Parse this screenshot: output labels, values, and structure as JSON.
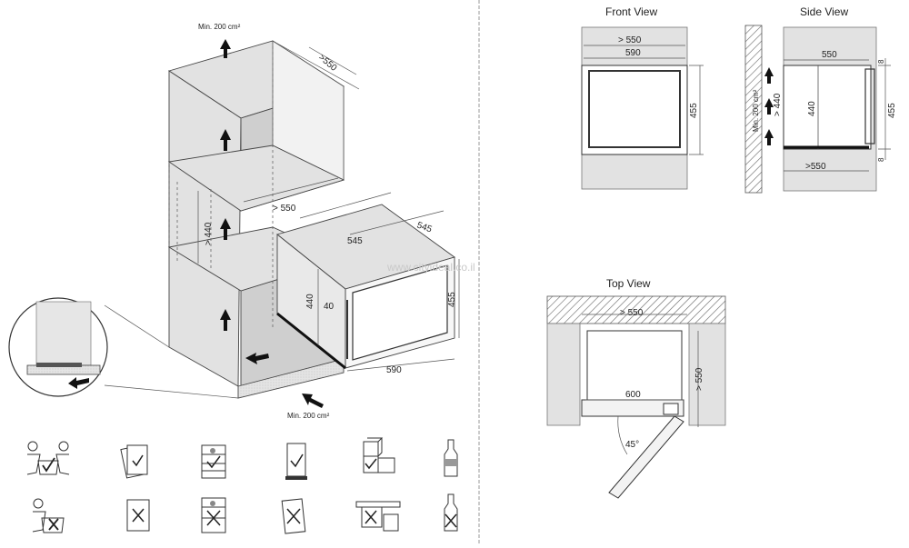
{
  "views": {
    "front_title": "Front View",
    "side_title": "Side View",
    "top_title": "Top View"
  },
  "iso": {
    "vent_top": "Min. 200 cm²",
    "vent_bottom": "Min. 200 cm²",
    "depth_top": ">550",
    "niche_depth": "> 550",
    "niche_height": "> 440",
    "unit_depth_545a": "545",
    "unit_depth_545b": "545",
    "unit_height_440": "440",
    "gap_40": "40",
    "unit_height_455": "455",
    "unit_width_590": "590"
  },
  "front": {
    "niche_width": "> 550",
    "unit_width": "590",
    "unit_height": "455"
  },
  "side": {
    "depth_top": "550",
    "gap_top": "8",
    "height_440": "440",
    "height_455": "455",
    "gap_bottom": "8",
    "depth_bottom": ">550",
    "vent": "Min. 200 cm²"
  },
  "top": {
    "niche_width": "> 550",
    "niche_depth": "> 550",
    "unit_width": "600",
    "angle": "45°"
  },
  "watermark": "www.cityideal.co.il",
  "colors": {
    "line": "#333333",
    "panel": "#e2e2e2",
    "hatch": "#666666"
  }
}
